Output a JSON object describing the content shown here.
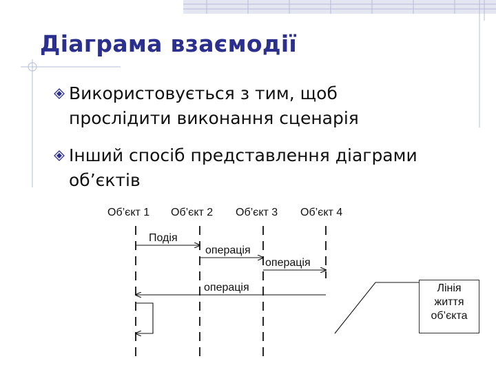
{
  "title": "Діаграма взаємодії",
  "bullets": [
    {
      "line1": "Використовується з тим, щоб",
      "line2": "прослідити виконання сценарія"
    },
    {
      "line1": "Інший спосіб представлення діаграми",
      "line2": "об’єктів"
    }
  ],
  "diagram": {
    "objects": [
      "Об’єкт 1",
      "Об’єкт 2",
      "Об’єкт 3",
      "Об’єкт 4"
    ],
    "messages": [
      {
        "label": "Подія",
        "from": "Об’єкт 1",
        "to": "Об’єкт 2"
      },
      {
        "label": "операція",
        "from": "Об’єкт 2",
        "to": "Об’єкт 3"
      },
      {
        "label": "операція",
        "from": "Об’єкт 3",
        "to": "Об’єкт 4"
      },
      {
        "label": "операція",
        "from": "Об’єкт 4",
        "to": "Об’єкт 1"
      }
    ],
    "note": {
      "line1": "Лінія",
      "line2": "життя",
      "line3": "об’єкта"
    }
  },
  "colors": {
    "title": "#2b2f8e",
    "decoration": "#b7bcd9"
  },
  "icons": {
    "bullet": "diamond-bullet-icon"
  }
}
